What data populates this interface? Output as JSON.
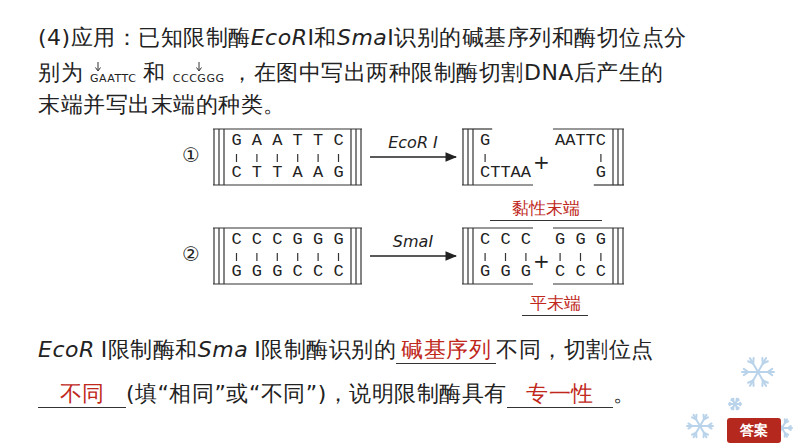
{
  "diagram": {
    "nodes": [
      {
        "text": [
          "G A A T T C",
          "C T T A A G"
        ]
      },
      {
        "text": [
          "G",
          "CTTAA"
        ]
      },
      {
        "text": [
          "AATTC",
          "G"
        ]
      },
      {
        "text": [
          "C C C G G G",
          "G G G C C C"
        ]
      },
      {
        "text": [
          "C C C",
          "G G G"
        ]
      },
      {
        "text": [
          "G G G",
          "C C C"
        ]
      }
    ],
    "edges": [
      {
        "from": 0,
        "to": 1,
        "arrow": "to",
        "label": "EcoR Ⅰ"
      },
      {
        "from": 3,
        "to": 4,
        "arrow": "to",
        "label": "SmaⅠ"
      }
    ],
    "labels": [
      "(4)应用：已知限制酶",
      "EcoR",
      "Ⅰ和",
      "Sma",
      "Ⅰ识别的碱基序列和酶切位点分",
      "别为",
      "GAATTC",
      "和",
      "CCCGGG",
      "，在图中写出两种限制酶切割DNA后产生的",
      "末端并写出末端的种类。",
      "①",
      "+",
      "黏性末端",
      "②",
      "+",
      "平末端",
      "EcoR",
      "Ⅰ限制酶和",
      "Sma",
      "Ⅰ限制酶识别的",
      "碱基序列",
      "不同，切割位点",
      "不同",
      "(填“相同”或“不同”)，说明限制酶具有",
      "专一性",
      "。",
      "答案"
    ]
  }
}
